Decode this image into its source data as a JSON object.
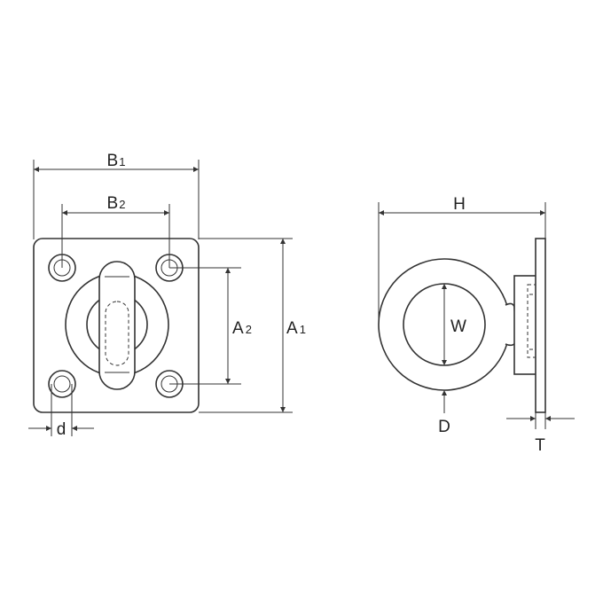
{
  "front_view": {
    "labels": {
      "b1": {
        "main": "B",
        "sub": "1"
      },
      "b2": {
        "main": "B",
        "sub": "2"
      },
      "a1": {
        "main": "A",
        "sub": "1"
      },
      "a2": {
        "main": "A",
        "sub": "2"
      },
      "d": "d"
    }
  },
  "side_view": {
    "labels": {
      "h": "H",
      "w": "W",
      "big_d": "D",
      "t": "T"
    }
  }
}
